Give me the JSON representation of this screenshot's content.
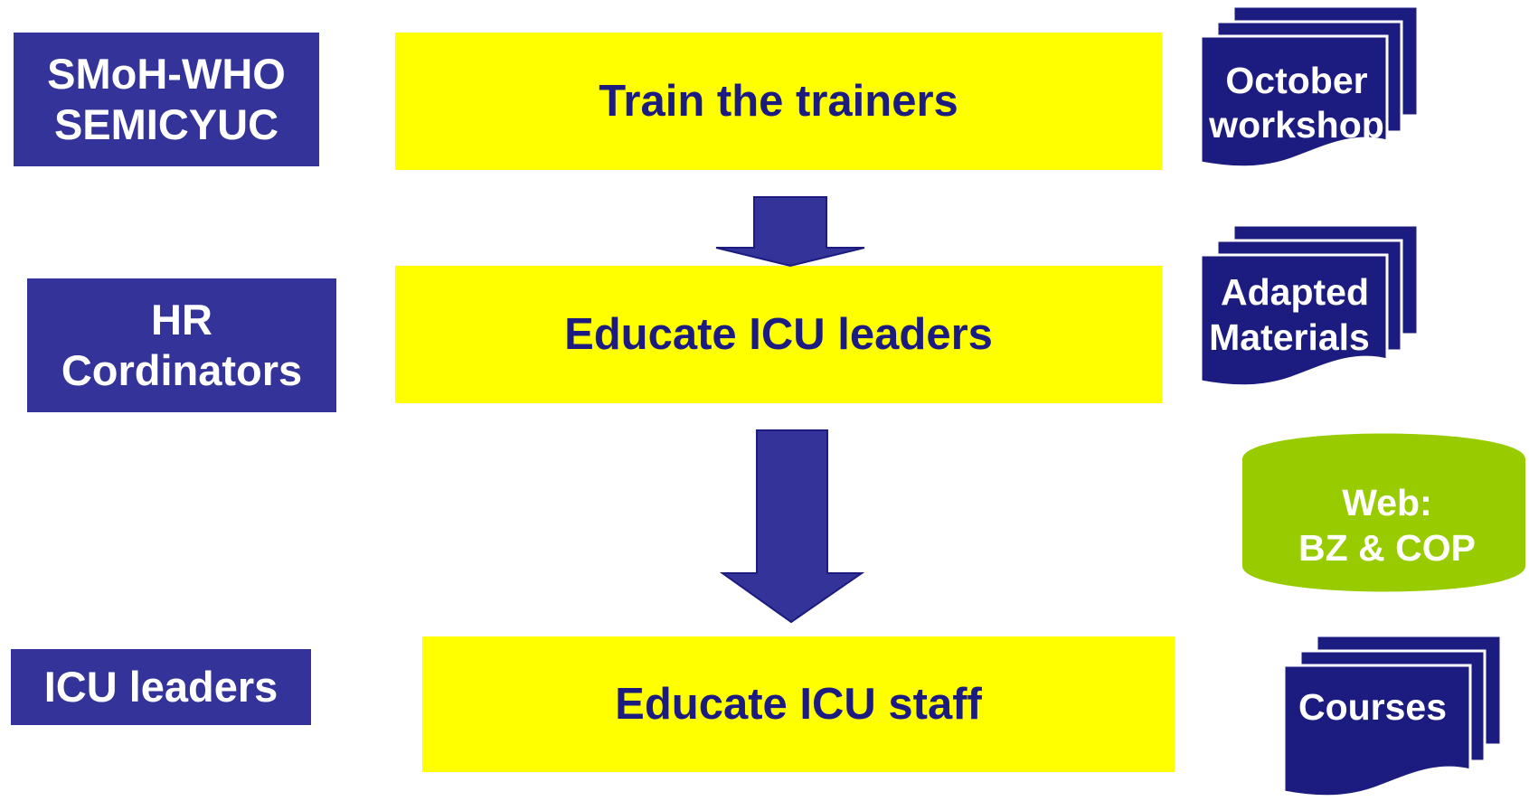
{
  "roles": {
    "smoh_who": {
      "line1": "SMoH-WHO",
      "line2": "SEMICYUC"
    },
    "hr": {
      "line1": "HR",
      "line2": "Cordinators"
    },
    "icu_leaders": {
      "line1": "ICU leaders"
    }
  },
  "steps": {
    "train": "Train the trainers",
    "educate_leaders": "Educate ICU leaders",
    "educate_staff": "Educate ICU staff"
  },
  "resources": {
    "october": {
      "line1": "October",
      "line2": "workshop"
    },
    "adapted": {
      "line1": "Adapted",
      "line2": "Materials"
    },
    "web": {
      "line1": "Web:",
      "line2": "BZ & COP"
    },
    "courses": {
      "line1": "Courses"
    }
  },
  "colors": {
    "navy": "#333399",
    "yellow": "#ffff00",
    "step_text": "#1c1c80",
    "green": "#99cc00"
  }
}
